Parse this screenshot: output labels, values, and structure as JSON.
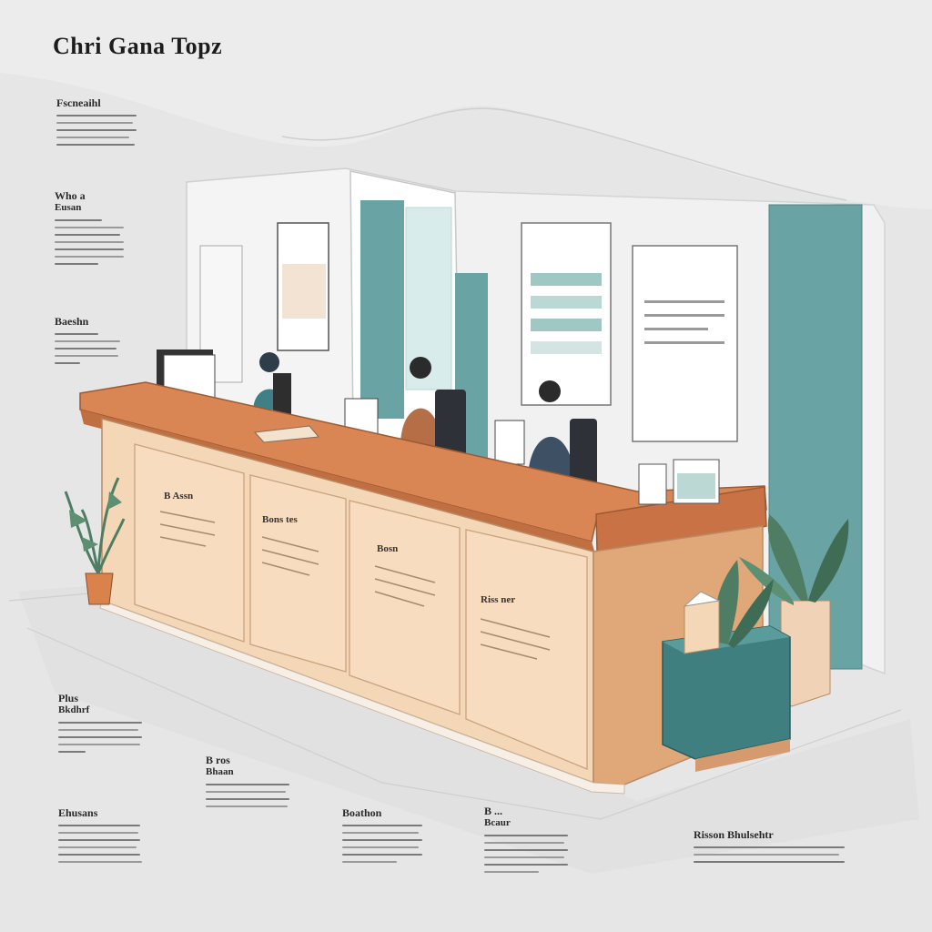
{
  "poster": {
    "title": "Chri Gana Topz"
  },
  "annotations": [
    {
      "id": "top-left",
      "heading": "Fscneaihl",
      "subheading": ""
    },
    {
      "id": "mid-left-1",
      "heading": "Who a",
      "subheading": "Eusan"
    },
    {
      "id": "mid-left-2",
      "heading": "Baeshn",
      "subheading": ""
    },
    {
      "id": "bottom-left-1",
      "heading": "Plus",
      "subheading": "Bkdhrf"
    },
    {
      "id": "bottom-center-1",
      "heading": "B ros",
      "subheading": "Bhaan"
    },
    {
      "id": "bottom-left-2",
      "heading": "Ehusans",
      "subheading": ""
    },
    {
      "id": "bottom-center-2",
      "heading": "Boathon",
      "subheading": ""
    },
    {
      "id": "bottom-center-3",
      "heading": "B ...",
      "subheading": "Bcaur"
    },
    {
      "id": "bottom-right",
      "heading": "Risson Bhulsehtr",
      "subheading": ""
    }
  ],
  "counter_panels": [
    {
      "id": "panel-1",
      "label": "B Assn"
    },
    {
      "id": "panel-2",
      "label": "Bons tes"
    },
    {
      "id": "panel-3",
      "label": "Bosn"
    },
    {
      "id": "panel-4",
      "label": "Riss ner"
    }
  ],
  "colors": {
    "background": "#ececec",
    "counter_top": "#d98654",
    "counter_front": "#f4d7b6",
    "counter_side": "#e0a878",
    "teal_panel": "#6aa3a3",
    "wall": "#f3f3f3",
    "plant": "#4e7d63",
    "bin": "#3f7f7f"
  },
  "icons": [
    "monitor-icon",
    "plant-icon",
    "document-icon",
    "person-icon"
  ]
}
